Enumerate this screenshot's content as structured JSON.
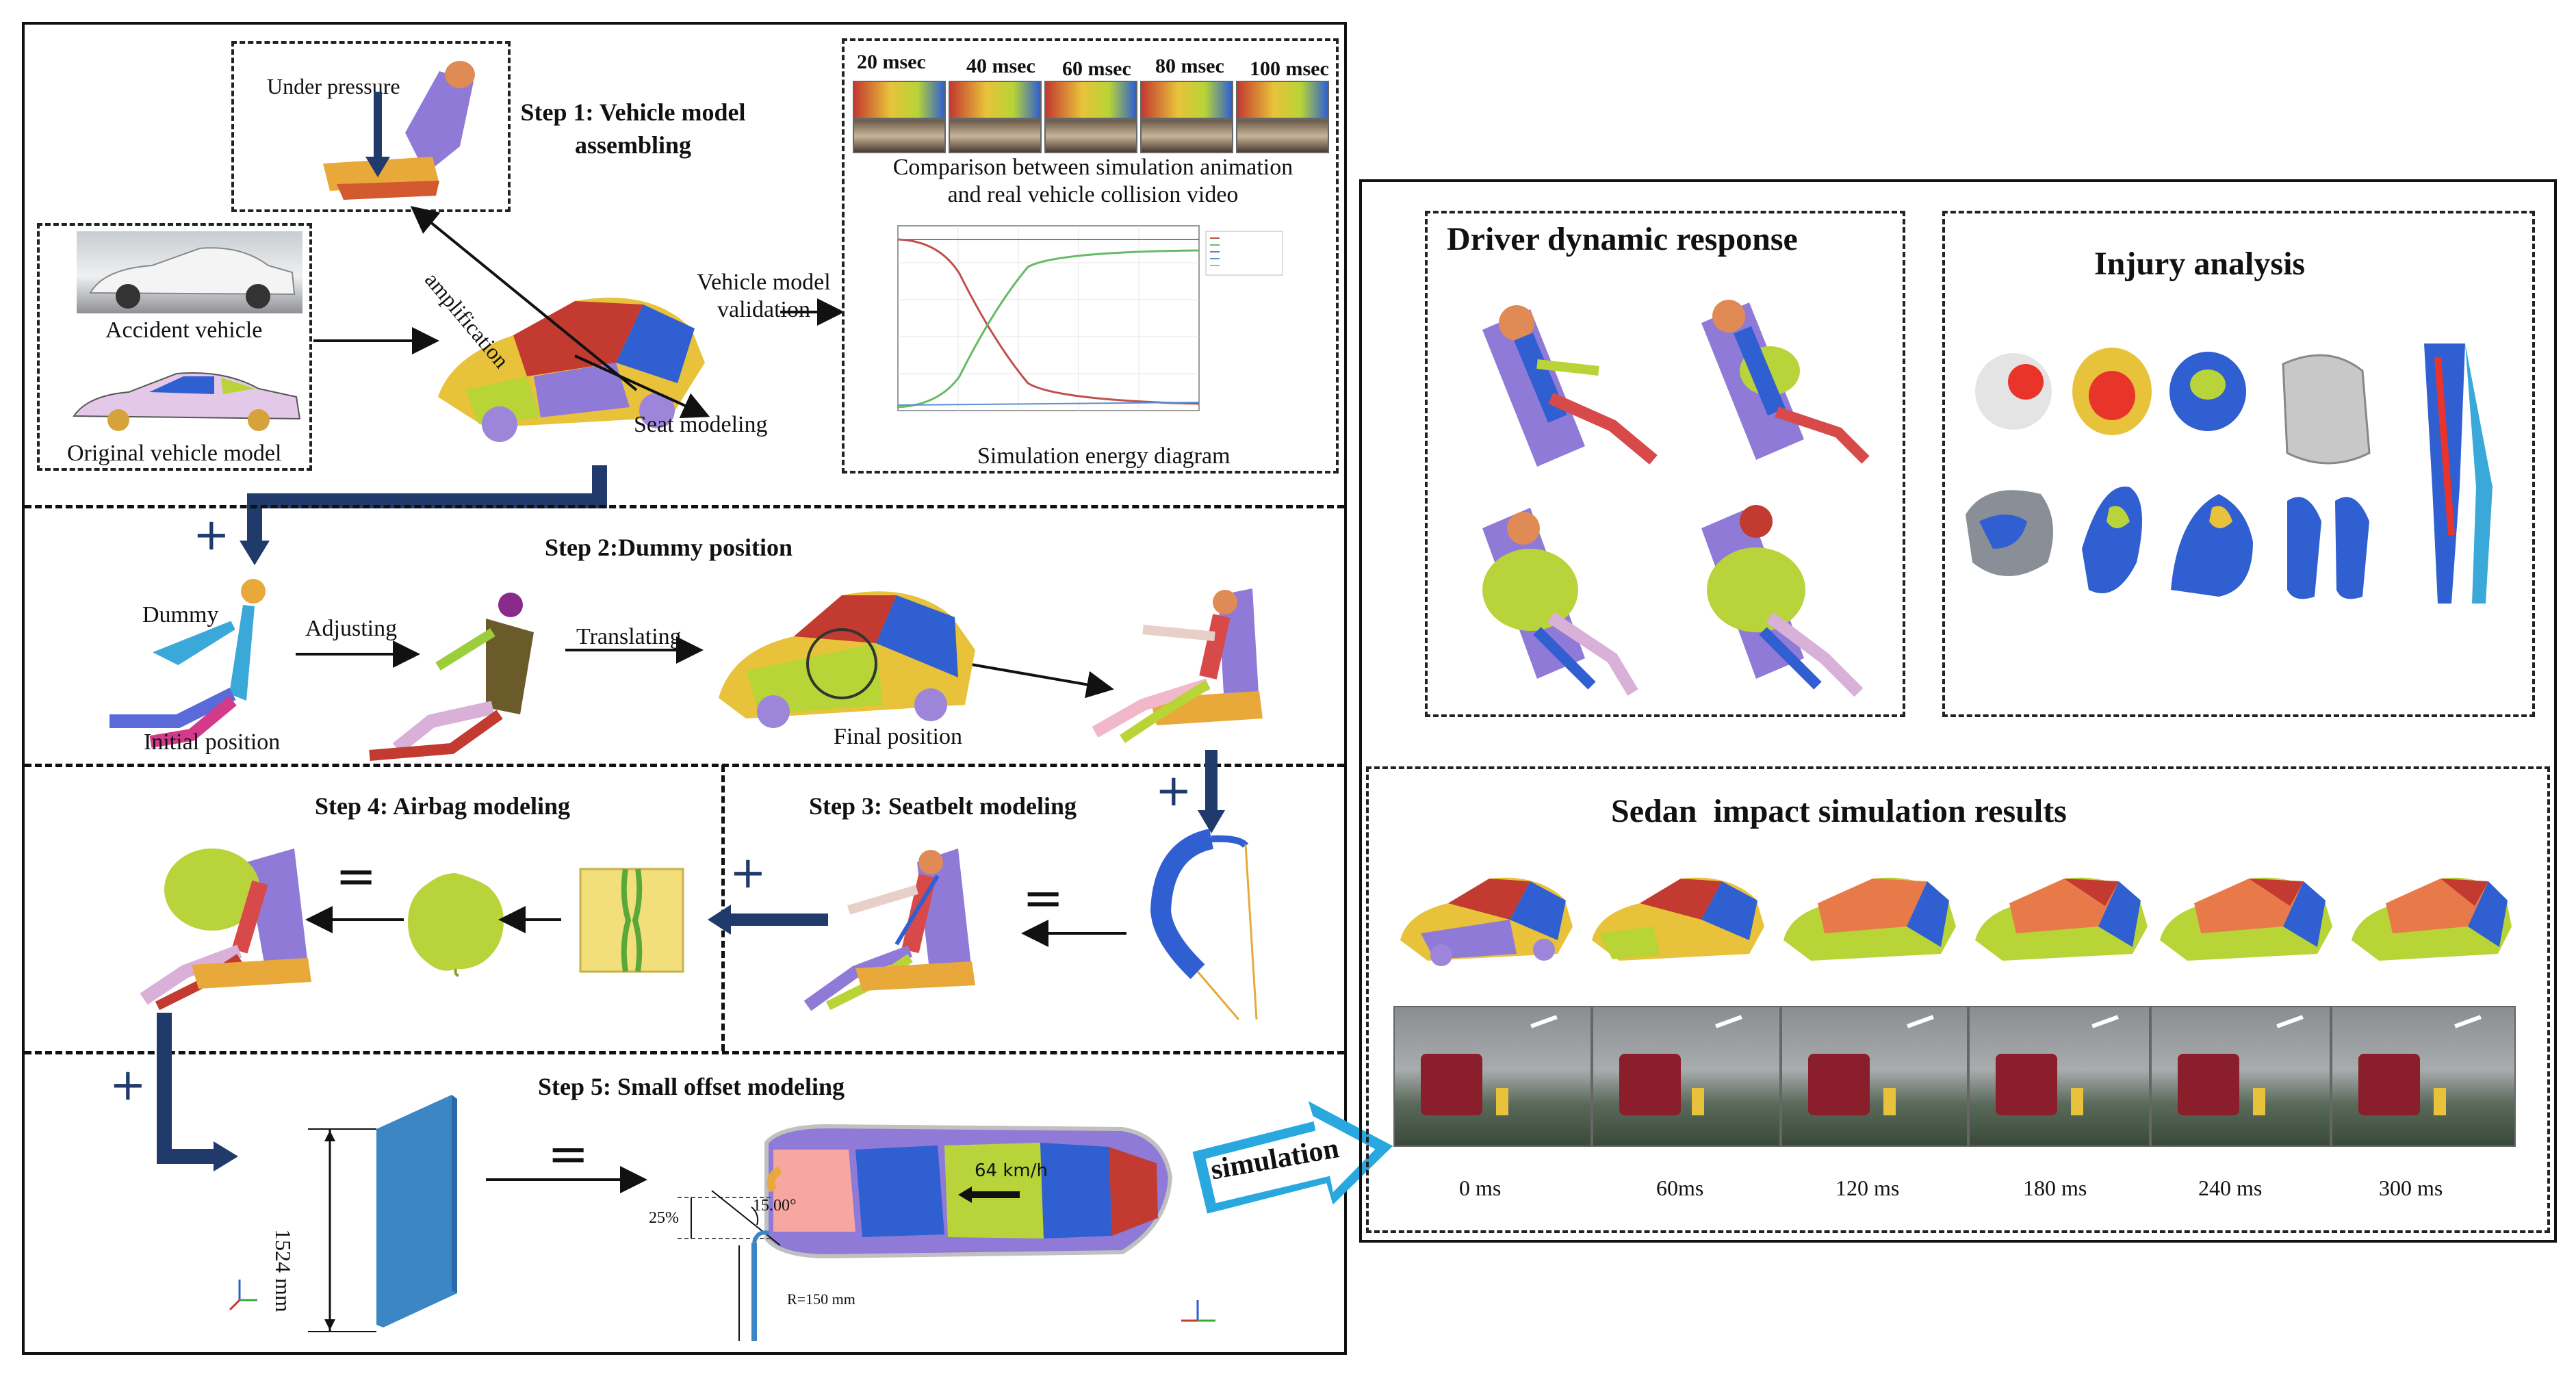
{
  "left_panel": {
    "step1": {
      "title_line1": "Step 1: Vehicle model",
      "title_line2": "assembling",
      "under_pressure": "Under pressure",
      "amplification": "amplification",
      "accident_vehicle": "Accident vehicle",
      "original_vehicle_model": "Original vehicle model",
      "seat_modeling": "Seat modeling",
      "validation_line1": "Vehicle model",
      "validation_line2": "validation",
      "frame_times": [
        "20 msec",
        "40 msec",
        "60 msec",
        "80 msec",
        "100 msec"
      ],
      "comparison_line1": "Comparison between simulation animation",
      "comparison_line2": "and real vehicle collision video",
      "energy_diagram": "Simulation energy diagram"
    },
    "step2": {
      "title": "Step 2:Dummy position",
      "plus": "+",
      "dummy": "Dummy",
      "initial_position": "Initial position",
      "adjusting": "Adjusting",
      "translating": "Translating",
      "final_position": "Final position"
    },
    "step3": {
      "title": "Step 3: Seatbelt modeling",
      "plus": "+",
      "equals": "="
    },
    "step4": {
      "title": "Step 4: Airbag modeling",
      "plus": "+",
      "equals": "="
    },
    "step5": {
      "title": "Step 5: Small offset modeling",
      "plus": "+",
      "equals": "=",
      "barrier_height": "1524 mm",
      "speed": "64 km/h",
      "overlap": "25%",
      "angle": "15.00°",
      "radius": "R=150 mm"
    },
    "simulation_arrow": "simulation"
  },
  "right_panel": {
    "driver_dynamic_response": "Driver dynamic response",
    "injury_analysis": "Injury analysis",
    "impact_title": "Sedan  impact simulation results",
    "times": [
      "0 ms",
      "60ms",
      "120 ms",
      "180 ms",
      "240 ms",
      "300 ms"
    ]
  },
  "colors": {
    "arrow_blue": "#1f3a6b",
    "sim_arrow": "#29a8e0",
    "car_red": "#c23a30",
    "car_blue": "#2f5fd0",
    "car_yellow": "#e8c23a",
    "car_green": "#b8d437",
    "car_purple": "#8f7ad8",
    "barrier_blue": "#3d86c6",
    "airbag_green": "#b8d43a"
  }
}
